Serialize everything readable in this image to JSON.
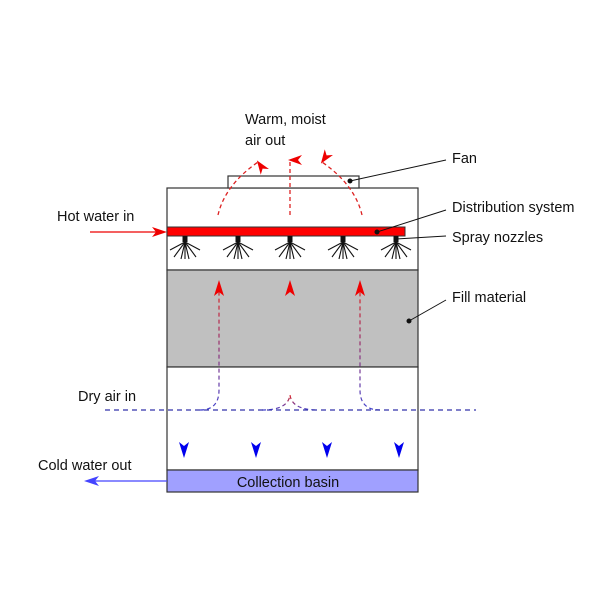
{
  "title": "Cooling tower diagram",
  "labels": {
    "air_out_line1": "Warm, moist",
    "air_out_line2": "air out",
    "fan": "Fan",
    "distribution": "Distribution system",
    "spray": "Spray nozzles",
    "fill": "Fill material",
    "hot_water": "Hot water in",
    "dry_air": "Dry air in",
    "cold_water": "Cold water out",
    "basin": "Collection basin"
  },
  "colors": {
    "hot": "#ff0000",
    "cold": "#0000ff",
    "fill": "#c0c0c0",
    "basin": "#a0a0ff",
    "air_cold": "#3333aa"
  }
}
